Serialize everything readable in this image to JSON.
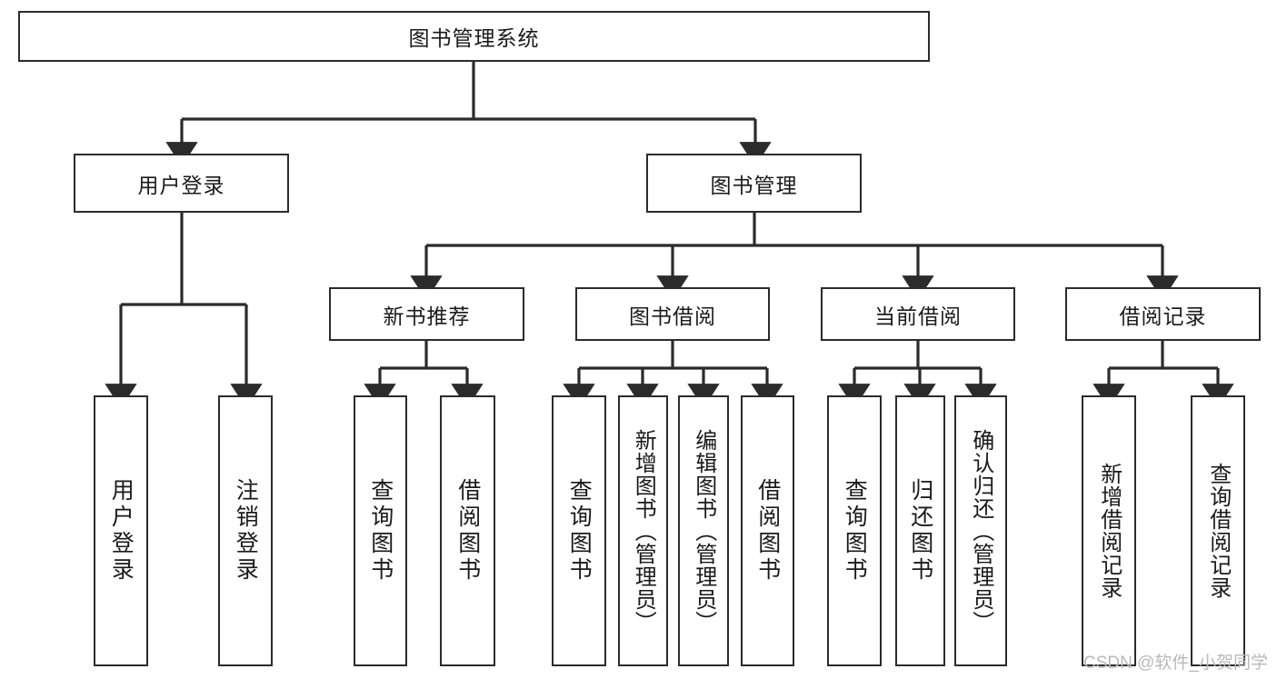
{
  "diagram": {
    "title": "图书管理系统",
    "type": "tree-structure-chart",
    "watermark": "CSDN @软件_小贺同学",
    "line_color": "#2b2b2b",
    "box_fill": "#ffffff",
    "text_color": "#1a1a1a",
    "levels": [
      {
        "level": 1,
        "nodes": [
          {
            "id": "root",
            "label": "图书管理系统",
            "orientation": "horizontal"
          }
        ]
      },
      {
        "level": 2,
        "nodes": [
          {
            "id": "login",
            "label": "用户登录",
            "orientation": "horizontal",
            "parent": "root"
          },
          {
            "id": "bookmgmt",
            "label": "图书管理",
            "orientation": "horizontal",
            "parent": "root"
          }
        ]
      },
      {
        "level": 3,
        "nodes": [
          {
            "id": "newbook",
            "label": "新书推荐",
            "orientation": "horizontal",
            "parent": "bookmgmt"
          },
          {
            "id": "borrow",
            "label": "图书借阅",
            "orientation": "horizontal",
            "parent": "bookmgmt"
          },
          {
            "id": "current",
            "label": "当前借阅",
            "orientation": "horizontal",
            "parent": "bookmgmt"
          },
          {
            "id": "records",
            "label": "借阅记录",
            "orientation": "horizontal",
            "parent": "bookmgmt"
          }
        ]
      },
      {
        "level": 4,
        "nodes": [
          {
            "id": "leaf-user-login",
            "label": "用户登录",
            "orientation": "vertical",
            "parent": "login"
          },
          {
            "id": "leaf-user-logout",
            "label": "注销登录",
            "orientation": "vertical",
            "parent": "login"
          },
          {
            "id": "leaf-query-book-1",
            "label": "查询图书",
            "orientation": "vertical",
            "parent": "newbook"
          },
          {
            "id": "leaf-borrow-book-1",
            "label": "借阅图书",
            "orientation": "vertical",
            "parent": "newbook"
          },
          {
            "id": "leaf-query-book-2",
            "label": "查询图书",
            "orientation": "vertical",
            "parent": "borrow"
          },
          {
            "id": "leaf-add-book",
            "label": "新增图书（管理员）",
            "orientation": "vertical",
            "parent": "borrow"
          },
          {
            "id": "leaf-edit-book",
            "label": "编辑图书（管理员）",
            "orientation": "vertical",
            "parent": "borrow"
          },
          {
            "id": "leaf-borrow-book-2",
            "label": "借阅图书",
            "orientation": "vertical",
            "parent": "borrow"
          },
          {
            "id": "leaf-query-book-3",
            "label": "查询图书",
            "orientation": "vertical",
            "parent": "current"
          },
          {
            "id": "leaf-return-book",
            "label": "归还图书",
            "orientation": "vertical",
            "parent": "current"
          },
          {
            "id": "leaf-confirm-return",
            "label": "确认归还（管理员）",
            "orientation": "vertical",
            "parent": "current"
          },
          {
            "id": "leaf-add-record",
            "label": "新增借阅记录",
            "orientation": "vertical",
            "parent": "records"
          },
          {
            "id": "leaf-query-record",
            "label": "查询借阅记录",
            "orientation": "vertical",
            "parent": "records"
          }
        ]
      }
    ]
  }
}
